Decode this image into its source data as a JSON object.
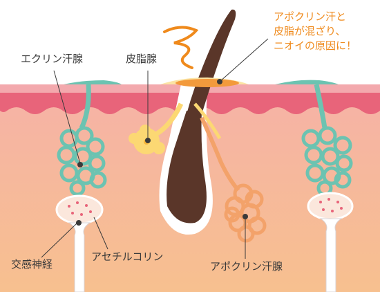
{
  "labels": {
    "eccrine_gland": "エクリン汗腺",
    "sebaceous_gland": "皮脂腺",
    "sympathetic_nerve": "交感神経",
    "acetylcholine": "アセチルコリン",
    "apocrine_gland": "アポクリン汗腺"
  },
  "callout": {
    "lines": [
      "アポクリン汗と",
      "皮脂が混ざり、",
      "ニオイの原因に！"
    ]
  },
  "colors": {
    "callout_text": "#ef8a1c",
    "label_text": "#3a3a3a",
    "epidermis": "#e8647a",
    "dermis_top": "#f6b7a4",
    "dermis_bottom": "#f6c094",
    "eccrine": "#6cc3b1",
    "apocrine": "#f3a26a",
    "sebaceous": "#fcd873",
    "hair": "#5a3629",
    "odor": "#ef8a1c"
  }
}
